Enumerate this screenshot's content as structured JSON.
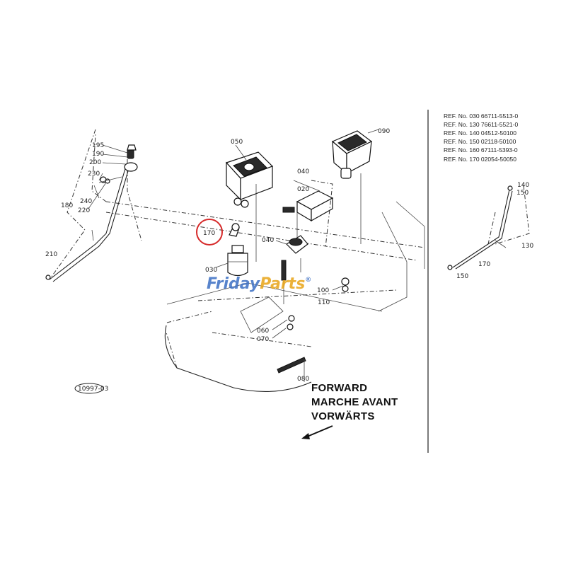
{
  "callouts": {
    "n195": "195",
    "n190": "190",
    "n200": "200",
    "n230": "230",
    "n240": "240",
    "n220": "220",
    "n180": "180",
    "n210": "210",
    "n050": "050",
    "n090": "090",
    "n040a": "040",
    "n020": "020",
    "n170": "170",
    "n040b": "040",
    "n030": "030",
    "n100": "100",
    "n110": "110",
    "n060": "060",
    "n070": "070",
    "n080": "080"
  },
  "refs": [
    "REF. No. 030 66711-5513-0",
    "REF. No. 130 76611-5521-0",
    "REF. No. 140 04512-50100",
    "REF. No. 150 02118-50100",
    "REF. No. 160 67111-5393-0",
    "REF. No. 170 02054-50050"
  ],
  "inset": {
    "n140": "140",
    "n150a": "150",
    "n130": "130",
    "n170": "170",
    "n150b": "150"
  },
  "direction": [
    "FORWARD",
    "MARCHE AVANT",
    "VORWÄRTS"
  ],
  "stamp": "10997-03",
  "watermark": {
    "part1": "Friday",
    "part2": "Parts",
    "mark": "®"
  },
  "colors": {
    "highlight": "#d62a2a",
    "watermark_blue": "#3c6fc4",
    "watermark_gold": "#e8a417",
    "ink": "#222222"
  }
}
